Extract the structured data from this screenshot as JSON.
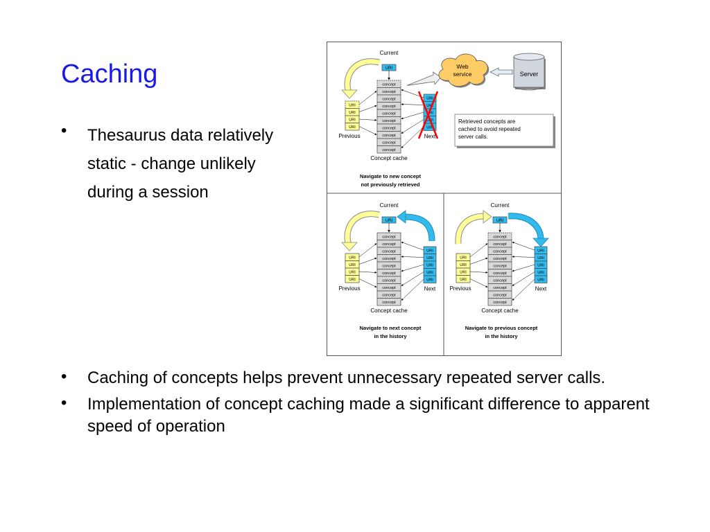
{
  "slide": {
    "title": "Caching",
    "bullets_top": [
      "Thesaurus data relatively static - change unlikely during a session"
    ],
    "bullets_bottom": [
      "Caching of concepts helps prevent unnecessary repeated server calls.",
      "Implementation of concept caching made a significant difference to apparent speed of operation"
    ]
  },
  "diagram": {
    "current_label": "Current",
    "uri_label": "URI",
    "concept_label": "concept",
    "previous_label": "Previous",
    "next_label": "Next",
    "concept_cache_label": "Concept cache",
    "web_service_label": "Web service",
    "server_label": "Server",
    "note": "Retrieved concepts are cached to avoid repeated server calls.",
    "panels": [
      {
        "caption": "Navigate to new concept not previously retrieved"
      },
      {
        "caption": "Navigate to next concept in the history"
      },
      {
        "caption": "Navigate to previous concept in the history"
      }
    ],
    "colors": {
      "yellow": "#ffff99",
      "blue": "#33bbee",
      "grey": "#d8d8d8",
      "cloud": "#ffcc66",
      "red": "#ff0000",
      "title": "#1a1ae6"
    }
  }
}
